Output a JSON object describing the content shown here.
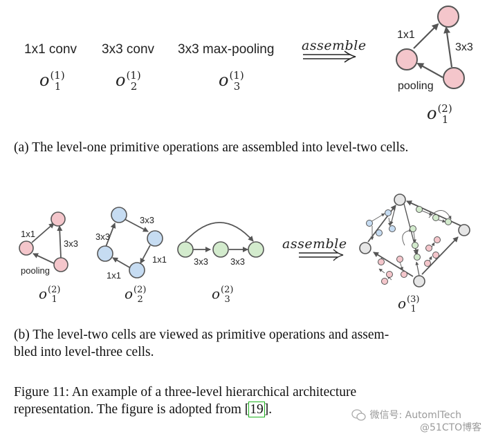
{
  "panel_a": {
    "ops": [
      "1x1 conv",
      "3x3 conv",
      "3x3 max-pooling"
    ],
    "symbols": [
      {
        "base": "o",
        "sub": "1",
        "sup": "(1)"
      },
      {
        "base": "o",
        "sub": "2",
        "sup": "(1)"
      },
      {
        "base": "o",
        "sub": "3",
        "sup": "(1)"
      }
    ],
    "assemble": "assemble",
    "cell_labels": {
      "left": "1x1",
      "right": "3x3",
      "bottom": "pooling"
    },
    "result_symbol": {
      "base": "o",
      "sub": "1",
      "sup": "(2)"
    },
    "caption": "(a) The level-one primitive operations are assembled into level-two cells."
  },
  "panel_b": {
    "cell1_labels": {
      "left": "1x1",
      "right": "3x3",
      "bottom": "pooling"
    },
    "cell2_labels": {
      "top": "3x3",
      "left": "3x3",
      "right": "1x1",
      "bottom": "1x1"
    },
    "cell3_labels": {
      "a": "3x3",
      "b": "3x3"
    },
    "symbols": [
      {
        "base": "o",
        "sub": "1",
        "sup": "(2)"
      },
      {
        "base": "o",
        "sub": "2",
        "sup": "(2)"
      },
      {
        "base": "o",
        "sub": "3",
        "sup": "(2)"
      }
    ],
    "assemble": "assemble",
    "result_symbol": {
      "base": "o",
      "sub": "1",
      "sup": "(3)"
    },
    "caption_line1": "(b) The level-two cells are viewed as primitive operations and assem-",
    "caption_line2": "bled into level-three cells."
  },
  "figure_caption": {
    "line1": "Figure 11:  An example of a three-level hierarchical architecture",
    "line2_prefix": "representation. The figure is adopted from ",
    "ref": "19",
    "line2_suffix": "."
  },
  "watermark": {
    "line1": "微信号: AutomlTech",
    "line2": "@51CTO博客"
  },
  "colors": {
    "pink": "#f4c6cb",
    "blue": "#c6dcf2",
    "green": "#d3ebcd",
    "gray": "#e6e6e6",
    "stroke": "#555555"
  }
}
